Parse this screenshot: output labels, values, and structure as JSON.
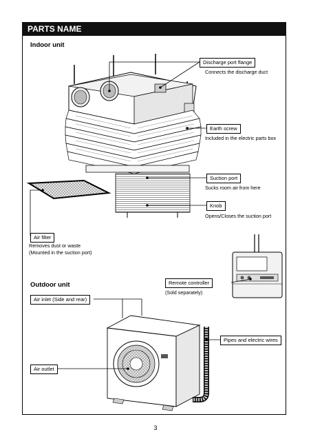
{
  "header": {
    "title": "PARTS NAME"
  },
  "sections": {
    "indoor": "Indoor unit",
    "outdoor": "Outdoor unit"
  },
  "labels": {
    "discharge_port_flange": {
      "name": "Discharge port flange",
      "desc": "Connects the discharge duct"
    },
    "earth_screw": {
      "name": "Earth screw",
      "desc": "Included in the electric parts box"
    },
    "suction_port": {
      "name": "Suction port",
      "desc": "Sucks room air from here"
    },
    "knob": {
      "name": "Knob",
      "desc": "Opens/Closes the suction port"
    },
    "air_filter": {
      "name": "Air filter",
      "desc_line1": "Removes dust or waste",
      "desc_line2": "(Mounted in the suction port)"
    },
    "remote_controller": {
      "name": "Remote controller",
      "desc": "(Sold separately)"
    },
    "air_inlet": {
      "name": "Air inlet (Side and rear)"
    },
    "pipes_wires": {
      "name": "Pipes and electric wires"
    },
    "air_outlet": {
      "name": "Air outlet"
    }
  },
  "footer": {
    "page_number": "3"
  }
}
